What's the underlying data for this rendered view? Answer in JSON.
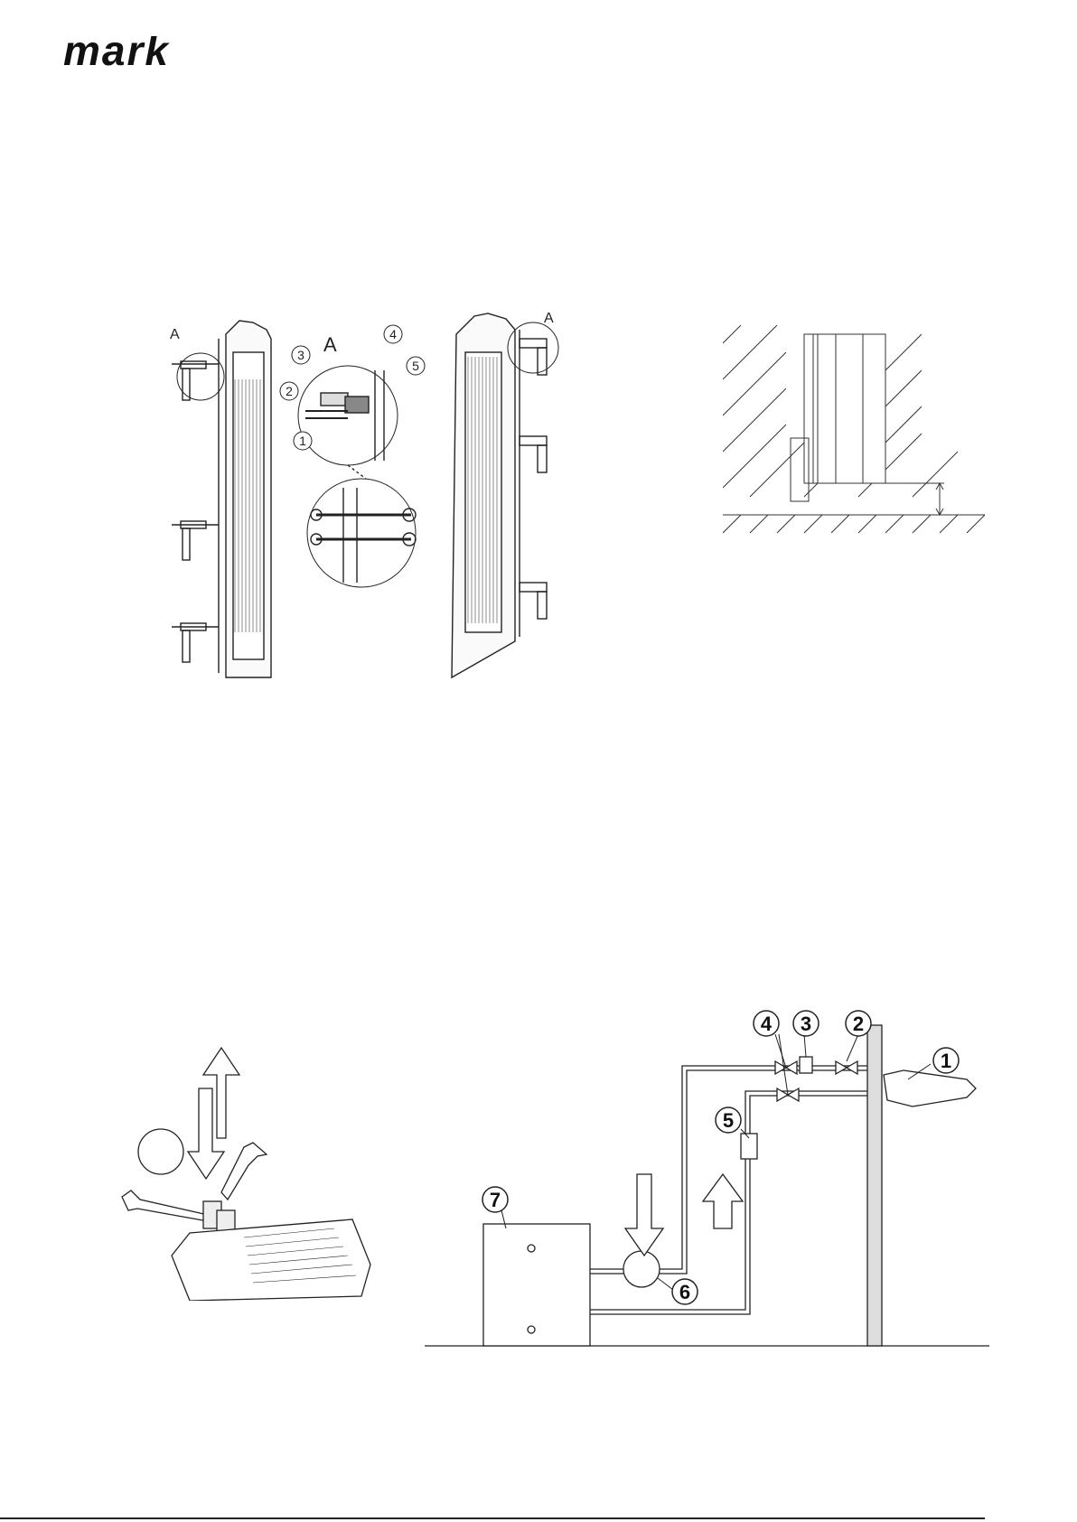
{
  "brand": {
    "logo_text": "mark"
  },
  "figure_mounting": {
    "detail_label_left": "A",
    "detail_label_right": "A",
    "detail_title": "A",
    "callouts": [
      "1",
      "2",
      "3",
      "4",
      "5"
    ]
  },
  "figure_piping": {
    "callouts": [
      "1",
      "2",
      "3",
      "4",
      "5",
      "6",
      "7"
    ]
  }
}
